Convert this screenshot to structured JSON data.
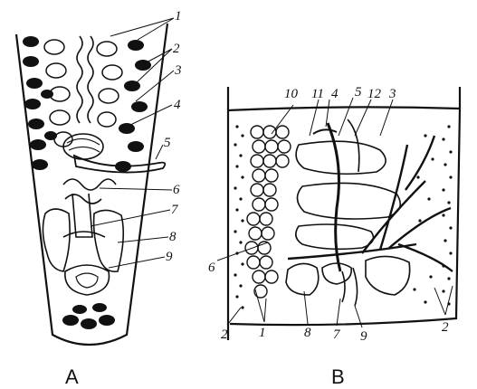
{
  "panels": {
    "a": {
      "label": "A",
      "callouts": [
        "1",
        "2",
        "3",
        "4",
        "5",
        "6",
        "7",
        "8",
        "9"
      ]
    },
    "b": {
      "label": "B",
      "callouts_top": [
        "10",
        "11",
        "4",
        "5",
        "12",
        "3"
      ],
      "callouts_side": [
        "6",
        "2",
        "1",
        "8",
        "7",
        "9",
        "2"
      ]
    }
  }
}
